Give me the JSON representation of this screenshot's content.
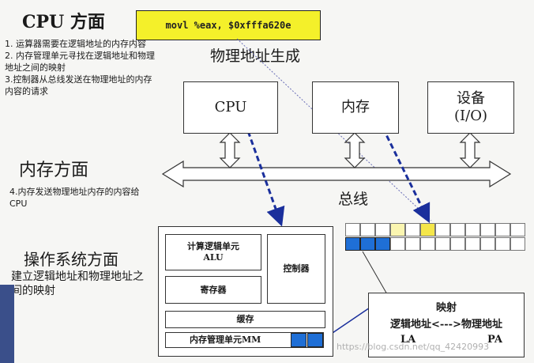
{
  "left_panel": {
    "cpu_heading": "CPU 方面",
    "cpu_points": [
      "1. 运算器需要在逻辑地址的内存内容",
      "2. 内存管理单元寻找在逻辑地址和物理地址之间的映射",
      "3.控制器从总线发送在物理地址的内存内容的请求"
    ],
    "memory_heading": "内存方面",
    "memory_point": "4.内存发送物理地址内存的内容给CPU",
    "os_heading": "操作系统方面",
    "os_point": "建立逻辑地址和物理地址之间的映射"
  },
  "instruction": "movl %eax, $0xfffa620e",
  "diagram_title": "物理地址生成",
  "components": {
    "cpu": "CPU",
    "memory": "内存",
    "device_line1": "设备",
    "device_line2": "(I/O)"
  },
  "bus_label": "总线",
  "cpu_internals": {
    "alu_line1": "计算逻辑单元",
    "alu_line2": "ALU",
    "controller": "控制器",
    "registers": "寄存器",
    "cache": "缓存",
    "mmu": "内存管理单元MM"
  },
  "mapping": {
    "title": "映射",
    "relation": "逻辑地址<--->物理地址",
    "la": "LA",
    "pa": "PA"
  },
  "memory_grid": {
    "rows": 2,
    "cols": 12,
    "highlight_yellow": [
      [
        0,
        3
      ],
      [
        0,
        5
      ]
    ],
    "highlight_blue": [
      [
        1,
        0
      ],
      [
        1,
        1
      ],
      [
        1,
        2
      ]
    ]
  },
  "watermark": "https://blog.csdn.net/qq_42420993",
  "colors": {
    "instruction_bg": "#f4f02a",
    "highlight_yellow": "#f4e64a",
    "highlight_yellow_light": "#faf5b0",
    "blue": "#1f6fd6",
    "arrow_blue": "#1a2f9c"
  }
}
